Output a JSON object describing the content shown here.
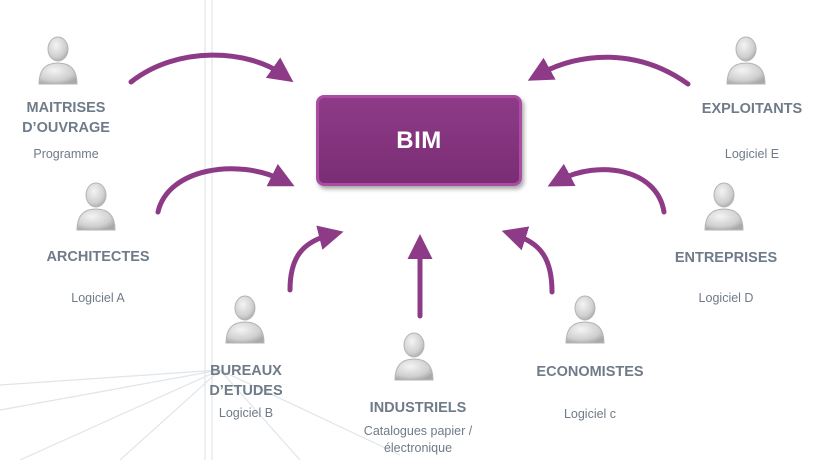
{
  "center": {
    "label": "BIM"
  },
  "accent": "#8e3b87",
  "actors": [
    {
      "id": "maitrises-ouvrage",
      "name_lines": [
        "MAITRISES",
        "D’OUVRAGE"
      ],
      "detail_lines": [
        "Programme"
      ],
      "icon": "person-icon"
    },
    {
      "id": "architectes",
      "name_lines": [
        "ARCHITECTES"
      ],
      "detail_lines": [
        "Logiciel A"
      ],
      "icon": "person-icon"
    },
    {
      "id": "bureaux-etudes",
      "name_lines": [
        "BUREAUX",
        "D’ETUDES"
      ],
      "detail_lines": [
        "Logiciel B"
      ],
      "icon": "person-icon"
    },
    {
      "id": "industriels",
      "name_lines": [
        "INDUSTRIELS"
      ],
      "detail_lines": [
        "Catalogues papier /",
        "électronique"
      ],
      "icon": "person-icon"
    },
    {
      "id": "economistes",
      "name_lines": [
        "ECONOMISTES"
      ],
      "detail_lines": [
        "Logiciel c"
      ],
      "icon": "person-icon"
    },
    {
      "id": "entreprises",
      "name_lines": [
        "ENTREPRISES"
      ],
      "detail_lines": [
        "Logiciel D"
      ],
      "icon": "person-icon"
    },
    {
      "id": "exploitants",
      "name_lines": [
        "EXPLOITANTS"
      ],
      "detail_lines": [
        "Logiciel E"
      ],
      "icon": "person-icon"
    }
  ]
}
